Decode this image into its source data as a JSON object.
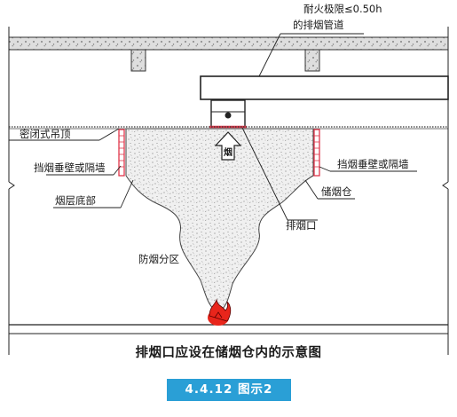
{
  "labels": {
    "fire_limit": "耐火极限≤0.50h",
    "exhaust_duct": "的排烟管道",
    "sealed_ceiling": "密闭式吊顶",
    "smoke_barrier_left": "挡烟垂壁或隔墙",
    "smoke_barrier_right": "挡烟垂壁或隔墙",
    "smoke_layer_bottom": "烟层底部",
    "smoke_reservoir": "储烟仓",
    "exhaust_outlet": "排烟口",
    "smoke_zone": "防烟分区",
    "smoke_arrow": "烟"
  },
  "caption": "排烟口应设在储烟仓内的示意图",
  "badge": "4.4.12 图示2",
  "colors": {
    "barrier": "#e0364a",
    "smoke_fill": "#efefef",
    "fire": "#e8251b",
    "badge_bg": "#2a9fd6"
  }
}
